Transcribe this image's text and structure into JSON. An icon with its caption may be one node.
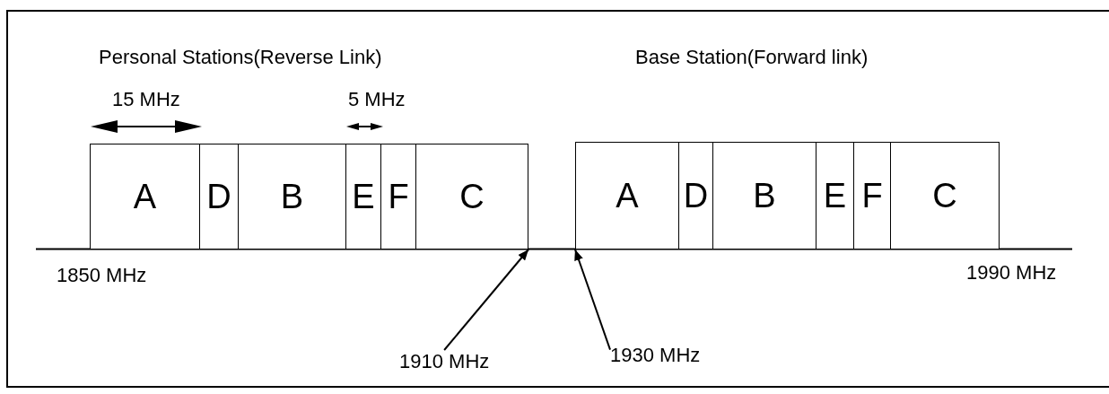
{
  "diagram": {
    "nodes": [
      {
        "text": [
          "A"
        ]
      },
      {
        "text": [
          "D"
        ]
      },
      {
        "text": [
          "B"
        ]
      },
      {
        "text": [
          "E"
        ]
      },
      {
        "text": [
          "F"
        ]
      },
      {
        "text": [
          "C"
        ]
      },
      {
        "text": [
          "A"
        ]
      },
      {
        "text": [
          "D"
        ]
      },
      {
        "text": [
          "B"
        ]
      },
      {
        "text": [
          "E"
        ]
      },
      {
        "text": [
          "F"
        ]
      },
      {
        "text": [
          "C"
        ]
      },
      {
        "text": [
          "1910 MHz"
        ]
      },
      {
        "text": [
          "1930 MHz"
        ]
      }
    ],
    "edges": [
      {
        "from": 12,
        "to": 5,
        "arrow": "to"
      },
      {
        "from": 13,
        "to": 6,
        "arrow": "to"
      }
    ],
    "labels": [
      "Personal Stations(Reverse Link)",
      "Base Station(Forward link)",
      "15 MHz",
      "5 MHz",
      "1850 MHz",
      "1990 MHz"
    ]
  }
}
